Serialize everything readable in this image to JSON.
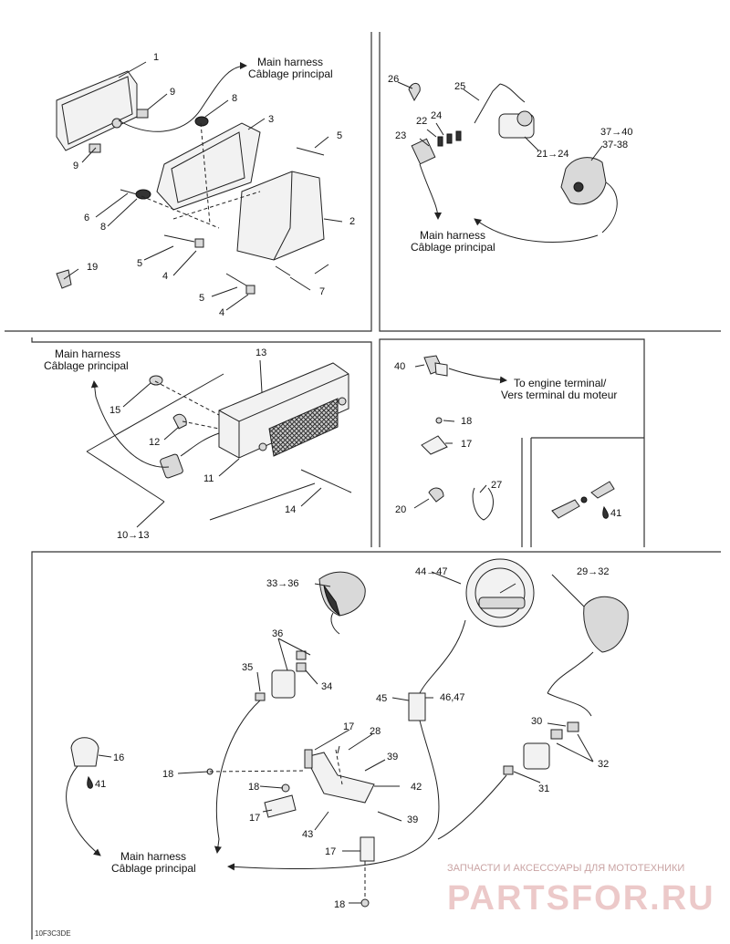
{
  "harness": {
    "en": "Main harness",
    "fr": "Câblage principal"
  },
  "engine_terminal": {
    "en": "To engine terminal/",
    "fr": "Vers terminal du moteur"
  },
  "callouts": {
    "c1": "1",
    "c2": "2",
    "c3": "3",
    "c4a": "4",
    "c4b": "4",
    "c5a": "5",
    "c5b": "5",
    "c5c": "5",
    "c6": "6",
    "c7": "7",
    "c8a": "8",
    "c8b": "8",
    "c9a": "9",
    "c9b": "9",
    "c19": "19",
    "c26": "26",
    "c25": "25",
    "c24": "24",
    "c22": "22",
    "c23": "23",
    "c21_24": "21→24",
    "c37_40": "37→40",
    "c37_38": "37-38",
    "c13": "13",
    "c15": "15",
    "c12": "12",
    "c11": "11",
    "c14": "14",
    "c10_13": "10→13",
    "c40": "40",
    "c18a": "18",
    "c17a": "17",
    "c20": "20",
    "c27": "27",
    "c41a": "41",
    "c33_36": "33→36",
    "c44_47": "44→47",
    "c29_32": "29→32",
    "c36": "36",
    "c35": "35",
    "c34": "34",
    "c45": "45",
    "c46_47": "46,47",
    "c30": "30",
    "c32": "32",
    "c31": "31",
    "c16": "16",
    "c41b": "41",
    "c17b": "17",
    "c28": "28",
    "c39a": "39",
    "c42": "42",
    "c18b": "18",
    "c18c": "18",
    "c17c": "17",
    "c39b": "39",
    "c43": "43",
    "c17d": "17",
    "c18d": "18"
  },
  "footer": {
    "code": "10F3C3DE",
    "watermark_tagline": "ЗАПЧАСТИ И АКСЕССУАРЫ ДЛЯ МОТОТЕХНИКИ",
    "watermark_brand": "PARTSFOR.RU"
  },
  "colors": {
    "line": "#222222",
    "watermark": "#e3b8b8"
  },
  "icons": [
    "droplet-icon",
    "arrow-icon"
  ]
}
